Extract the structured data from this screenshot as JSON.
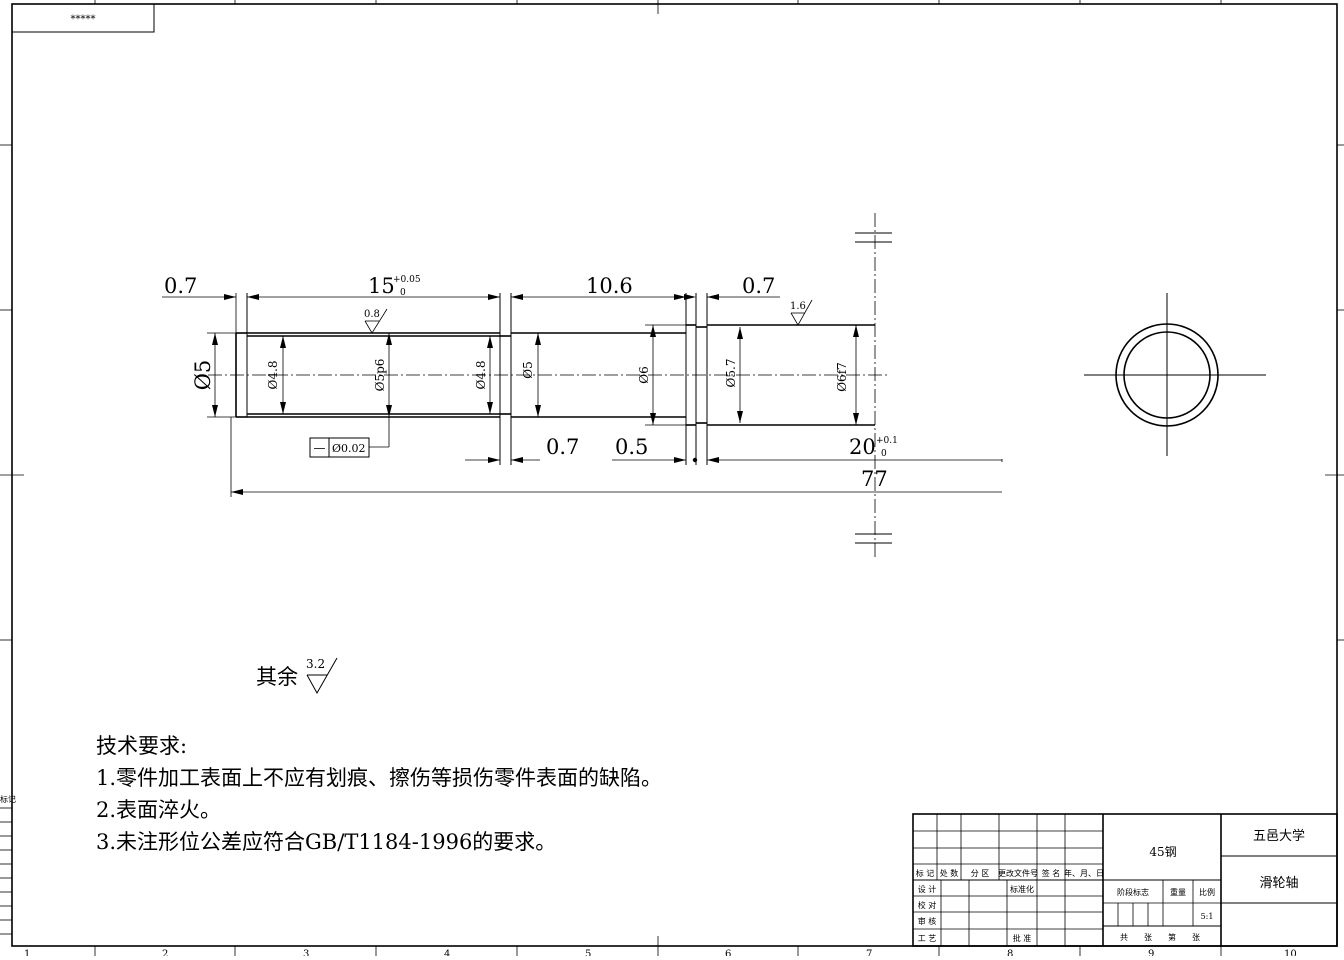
{
  "drawing": {
    "corner_code": "*****",
    "zone_numbers": [
      "1",
      "2",
      "3",
      "4",
      "5",
      "6",
      "7",
      "8",
      "9",
      "10"
    ],
    "side_label": "标记"
  },
  "dimensions": {
    "d_0_7_left": "0.7",
    "d_15": "15",
    "d_15_tol_upper": "+0.05",
    "d_15_tol_lower": "0",
    "d_10_6": "10.6",
    "d_0_7_right": "0.7",
    "d_0_7_bottom": "0.7",
    "d_0_5": "0.5",
    "d_20": "20",
    "d_20_tol_upper": "+0.1",
    "d_20_tol_lower": "0",
    "d_77": "77",
    "dia_5_main": "Ø5",
    "dia_4_8_a": "Ø4.8",
    "dia_5p6": "Ø5p6",
    "dia_4_8_b": "Ø4.8",
    "dia_5_b": "Ø5",
    "dia_6": "Ø6",
    "dia_5_7": "Ø5.7",
    "dia_6f7": "Ø6f7"
  },
  "surface": {
    "roughness_1": "0.8",
    "roughness_2": "1.6",
    "other_label": "其余",
    "other_value": "3.2"
  },
  "tolerance_frame": {
    "symbol": "—",
    "value": "Ø0.02"
  },
  "notes": {
    "heading": "技术要求:",
    "items": [
      "1.零件加工表面上不应有划痕、擦伤等损伤零件表面的缺陷。",
      "2.表面淬火。",
      "3.未注形位公差应符合GB/T1184-1996的要求。"
    ]
  },
  "title_block": {
    "material": "45钢",
    "school": "五邑大学",
    "part_name": "滑轮轴",
    "scale": "5:1",
    "col_mark": "标 记",
    "col_count": "处 数",
    "col_zone": "分 区",
    "col_doc": "更改文件号",
    "col_sign": "签 名",
    "col_date": "年、月、日",
    "row_design": "设 计",
    "row_check": "校 对",
    "row_review": "审 核",
    "row_process": "工 艺",
    "standardize": "标准化",
    "approve": "批 准",
    "stage_mark": "阶段标志",
    "weight": "重量",
    "ratio": "比例",
    "total": "共",
    "sheets": "张",
    "page": "第",
    "sheet_no": "张"
  }
}
